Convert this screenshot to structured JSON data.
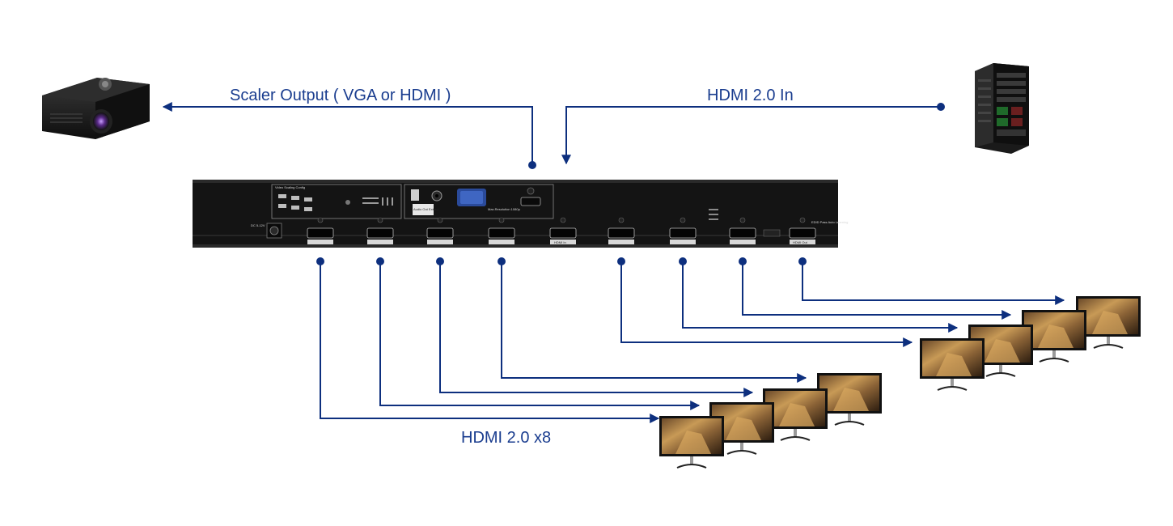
{
  "colors": {
    "connector": "#0d2f7e",
    "device_body": "#141414",
    "label_text": "#1a3d8f"
  },
  "labels": {
    "scaler_output": "Scaler Output ( VGA or HDMI )",
    "hdmi_in": "HDMI 2.0 In",
    "hdmi_out": "HDMI 2.0 x8"
  },
  "device_panel": {
    "config_title": "Video Scaling Config",
    "audio_label": "Audio Out Extract",
    "vga_label": "Max.Resolution 1080p",
    "dc_label": "DC 5-12V",
    "port_out_label": "HDMI Out",
    "port_in_label": "HDMI In",
    "edid_label": "EDID Pass Auto Learning"
  },
  "icons": {
    "projector": "projector-icon",
    "server": "server-icon",
    "monitor": "monitor-icon"
  }
}
